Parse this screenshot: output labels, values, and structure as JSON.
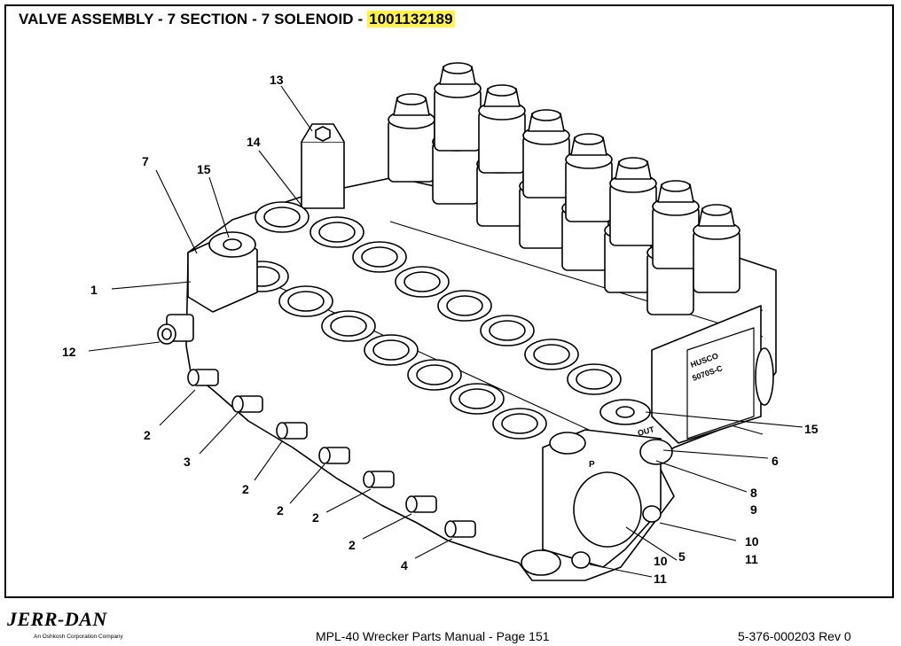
{
  "title": {
    "prefix": "VALVE ASSEMBLY - 7 SECTION -  7 SOLENOID - ",
    "part_number": "1001132189"
  },
  "callouts": [
    {
      "id": "c13",
      "text": "13"
    },
    {
      "id": "c14",
      "text": "14"
    },
    {
      "id": "c7",
      "text": "7"
    },
    {
      "id": "c15a",
      "text": "15"
    },
    {
      "id": "c1",
      "text": "1"
    },
    {
      "id": "c12",
      "text": "12"
    },
    {
      "id": "c2a",
      "text": "2"
    },
    {
      "id": "c3",
      "text": "3"
    },
    {
      "id": "c2b",
      "text": "2"
    },
    {
      "id": "c2c",
      "text": "2"
    },
    {
      "id": "c2d",
      "text": "2"
    },
    {
      "id": "c2e",
      "text": "2"
    },
    {
      "id": "c4",
      "text": "4"
    },
    {
      "id": "c15b",
      "text": "15"
    },
    {
      "id": "c6",
      "text": "6"
    },
    {
      "id": "c8",
      "text": "8"
    },
    {
      "id": "c9",
      "text": "9"
    },
    {
      "id": "c10a",
      "text": "10"
    },
    {
      "id": "c11a",
      "text": "11"
    },
    {
      "id": "c10b",
      "text": "10"
    },
    {
      "id": "c5",
      "text": "5"
    },
    {
      "id": "c11b",
      "text": "11"
    }
  ],
  "valve_markings": {
    "brand": "HUSCO",
    "model": "5070S-C",
    "port_p": "P",
    "port_out": "OUT"
  },
  "footer": {
    "logo": "JERR-DAN",
    "logo_subtitle": "An Oshkosh Corporation Company",
    "manual": "MPL-40 Wrecker Parts Manual  -  Page 151",
    "doc_number": "5-376-000203   Rev 0"
  }
}
